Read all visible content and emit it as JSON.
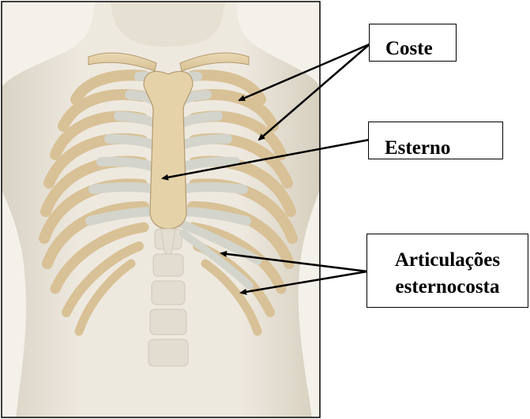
{
  "labels": {
    "coste": "Coste",
    "esterno": "Esterno",
    "articulacoes_line1": "Articulações",
    "articulacoes_line2": "esternocosta"
  },
  "colors": {
    "bone": "#E2CFA5",
    "bone_shadow": "#B39A6F",
    "cartilage": "#D3D4CB",
    "skin": "#EDE9DF",
    "skin_shadow": "#CFC8B7",
    "background_skin": "#E8E3D8",
    "frame": "#000000",
    "arrow": "#000000"
  }
}
